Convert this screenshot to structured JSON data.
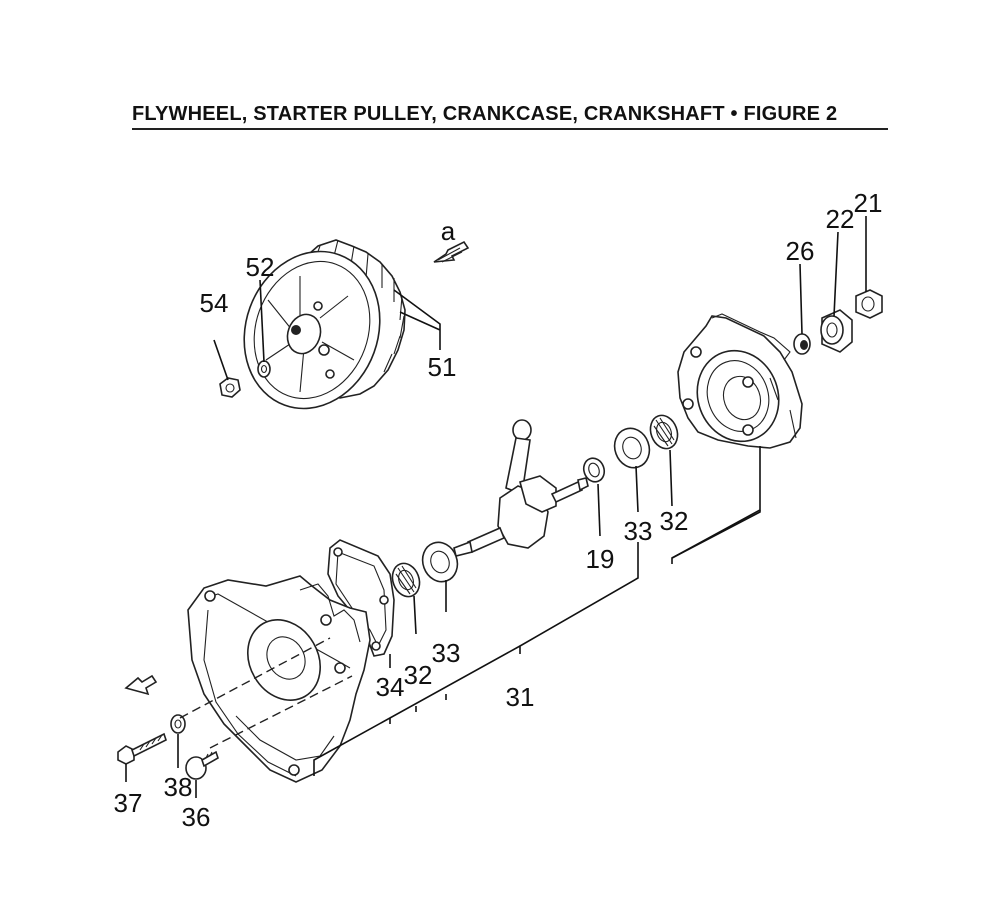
{
  "figure": {
    "title": "FLYWHEEL, STARTER PULLEY, CRANKCASE, CRANKSHAFT  •  FIGURE 2"
  },
  "callouts": {
    "c21": "21",
    "c22": "22",
    "c26": "26",
    "c51": "51",
    "c52": "52",
    "c54": "54",
    "view_a": "a",
    "c19": "19",
    "c33a": "33",
    "c32a": "32",
    "c33b": "33",
    "c32b": "32",
    "c34": "34",
    "c31": "31",
    "c37": "37",
    "c38": "38",
    "c36": "36"
  }
}
